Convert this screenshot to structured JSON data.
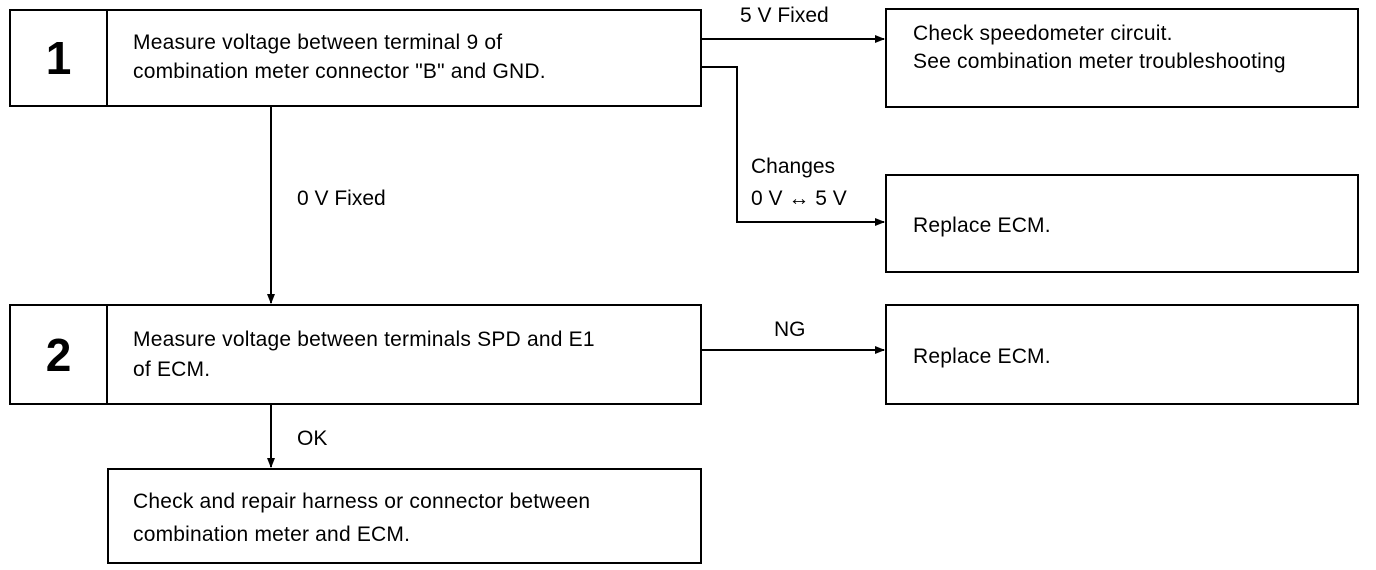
{
  "steps": [
    {
      "number": "1",
      "lines": [
        "Measure voltage between terminal 9 of",
        "combination meter connector \"B\" and GND."
      ]
    },
    {
      "number": "2",
      "lines": [
        "Measure voltage between terminals SPD and E1",
        "of ECM."
      ]
    }
  ],
  "results": {
    "speedometer": [
      "Check speedometer circuit.",
      "See combination meter troubleshooting"
    ],
    "replace_ecm_1": "Replace ECM.",
    "replace_ecm_2": "Replace ECM.",
    "repair": [
      "Check and repair harness or connector between",
      "combination meter and ECM."
    ]
  },
  "labels": {
    "five_v_fixed": "5 V Fixed",
    "changes": "Changes",
    "changes_range": "0 V ↔ 5 V",
    "zero_v_fixed": "0 V Fixed",
    "ng": "NG",
    "ok": "OK"
  }
}
